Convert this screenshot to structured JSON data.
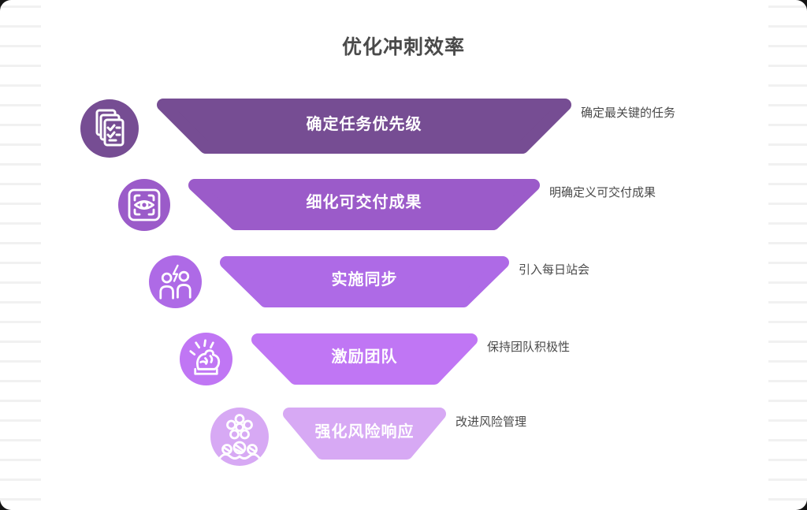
{
  "title": "优化冲刺效率",
  "theme": {
    "outer_background": "#141414",
    "canvas_background": "#ffffff",
    "rule_line_color": "#f1f1f1",
    "title_color": "#4a4a4a",
    "note_color": "#4a4a4a",
    "stage_label_color": "#ffffff"
  },
  "funnel": {
    "rows": [
      {
        "label": "确定任务优先级",
        "note": "确定最关键的任务",
        "color": "#764D93",
        "icon": "documents-checklist-icon"
      },
      {
        "label": "细化可交付成果",
        "note": "明确定义可交付成果",
        "color": "#9B5BC9",
        "icon": "eye-scan-icon"
      },
      {
        "label": "实施同步",
        "note": "引入每日站会",
        "color": "#AE6AE6",
        "icon": "people-sync-icon"
      },
      {
        "label": "激励团队",
        "note": "保持团队积极性",
        "color": "#C076F4",
        "icon": "fist-motivation-icon"
      },
      {
        "label": "强化风险响应",
        "note": "改进风险管理",
        "color": "#D7A9F4",
        "icon": "gear-team-icon"
      }
    ]
  }
}
